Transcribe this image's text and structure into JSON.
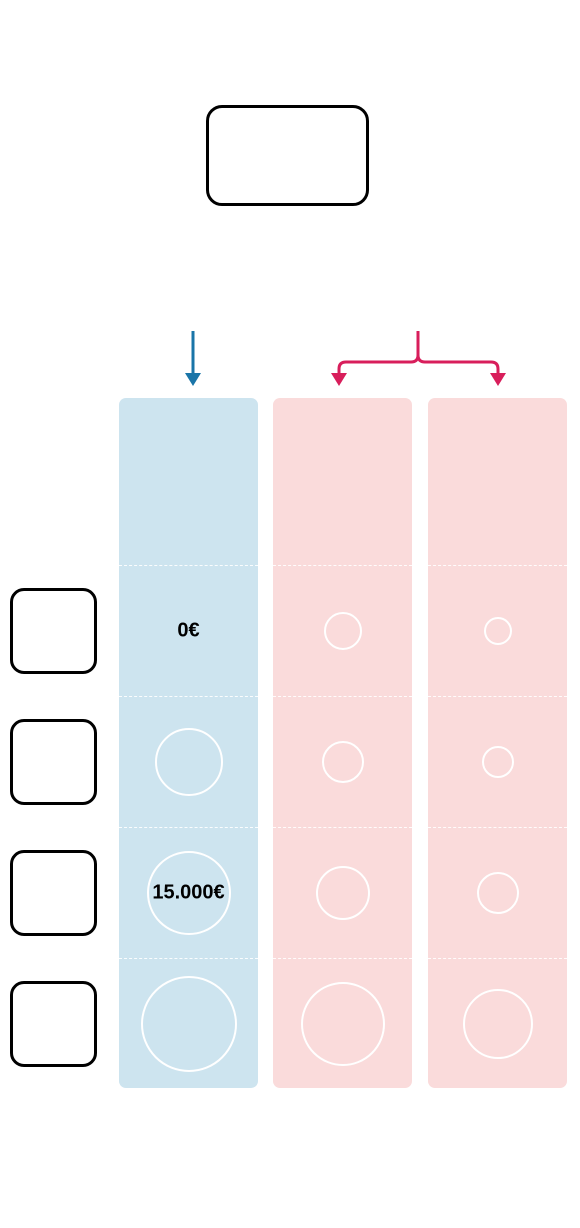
{
  "colors": {
    "blue_fill": "#cde4ef",
    "pink_fill": "#fadbdb",
    "blue_arrow": "#1a75a8",
    "pink_arrow": "#d81e5b",
    "box_border": "#000000"
  },
  "columns": [
    {
      "kind": "blue",
      "cells": [
        {
          "label": "0€",
          "circle": 0
        },
        {
          "label": "",
          "circle": 1
        },
        {
          "label": "15.000€",
          "circle": 1
        },
        {
          "label": "",
          "circle": 1
        }
      ]
    },
    {
      "kind": "pink",
      "cells": [
        {
          "label": "",
          "circle": 1
        },
        {
          "label": "",
          "circle": 1
        },
        {
          "label": "",
          "circle": 1
        },
        {
          "label": "",
          "circle": 1
        }
      ]
    },
    {
      "kind": "pink",
      "cells": [
        {
          "label": "",
          "circle": 1
        },
        {
          "label": "",
          "circle": 1
        },
        {
          "label": "",
          "circle": 1
        },
        {
          "label": "",
          "circle": 1
        }
      ]
    }
  ],
  "row_boxes": 4
}
